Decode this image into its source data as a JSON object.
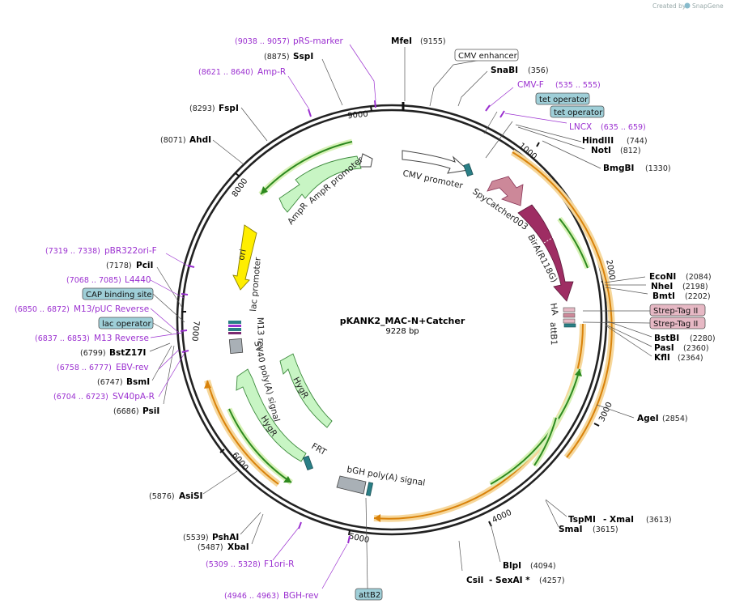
{
  "credit": {
    "text": "Created by",
    "brand": "SnapGene"
  },
  "plasmid": {
    "name": "pKANK2_MAC-N+Catcher",
    "length": "9228 bp"
  },
  "ticks": [
    "1000",
    "2000",
    "3000",
    "4000",
    "5000",
    "6000",
    "7000",
    "8000",
    "9000"
  ],
  "sites": [
    {
      "name": "MfeI",
      "pos": "(9155)"
    },
    {
      "name": "SnaBI",
      "pos": "(356)"
    },
    {
      "name": "HindIII",
      "pos": "(744)"
    },
    {
      "name": "NotI",
      "pos": "(812)"
    },
    {
      "name": "BmgBI",
      "pos": "(1330)"
    },
    {
      "name": "EcoNI",
      "pos": "(2084)"
    },
    {
      "name": "NheI",
      "pos": "(2198)"
    },
    {
      "name": "BmtI",
      "pos": "(2202)"
    },
    {
      "name": "BstBI",
      "pos": "(2280)"
    },
    {
      "name": "PasI",
      "pos": "(2360)"
    },
    {
      "name": "KflI",
      "pos": "(2364)"
    },
    {
      "name": "AgeI",
      "pos": "(2854)"
    },
    {
      "name": "TspMI",
      "name2": "- XmaI",
      "pos": "(3613)"
    },
    {
      "name": "SmaI",
      "pos": "(3615)"
    },
    {
      "name": "BlpI",
      "pos": "(4094)"
    },
    {
      "name": "CsiI",
      "name2": "- SexAI *",
      "pos": "(4257)"
    },
    {
      "name": "AsiSI",
      "pos": "(5876)"
    },
    {
      "name": "PshAI",
      "pos": "(5539)"
    },
    {
      "name": "XbaI",
      "pos": "(5487)"
    },
    {
      "name": "PsiI",
      "pos": "(6686)"
    },
    {
      "name": "BsmI",
      "pos": "(6747)"
    },
    {
      "name": "BstZ17I",
      "pos": "(6799)"
    },
    {
      "name": "PciI",
      "pos": "(7178)"
    },
    {
      "name": "AhdI",
      "pos": "(8071)"
    },
    {
      "name": "FspI",
      "pos": "(8293)"
    },
    {
      "name": "SspI",
      "pos": "(8875)"
    }
  ],
  "primers": [
    {
      "name": "pRS-marker",
      "pos": "(9038 .. 9057)"
    },
    {
      "name": "Amp-R",
      "pos": "(8621 .. 8640)"
    },
    {
      "name": "CMV-F",
      "pos": "(535 .. 555)"
    },
    {
      "name": "LNCX",
      "pos": "(635 .. 659)"
    },
    {
      "name": "pBR322ori-F",
      "pos": "(7319 .. 7338)"
    },
    {
      "name": "L4440",
      "pos": "(7068 .. 7085)"
    },
    {
      "name": "M13/pUC Reverse",
      "pos": "(6850 .. 6872)"
    },
    {
      "name": "M13 Reverse",
      "pos": "(6837 .. 6853)"
    },
    {
      "name": "EBV-rev",
      "pos": "(6758 .. 6777)"
    },
    {
      "name": "SV40pA-R",
      "pos": "(6704 .. 6723)"
    },
    {
      "name": "F1ori-R",
      "pos": "(5309 .. 5328)"
    },
    {
      "name": "BGH-rev",
      "pos": "(4946 .. 4963)"
    }
  ],
  "boxed_features": [
    {
      "name": "CMV enhancer",
      "color": "#ffffff"
    },
    {
      "name": "tet operator",
      "color": "#9fcfd8"
    },
    {
      "name": "tet operator",
      "color": "#9fcfd8"
    },
    {
      "name": "Strep-Tag II",
      "color": "#e6b8c4"
    },
    {
      "name": "Strep-Tag II",
      "color": "#e6b8c4"
    },
    {
      "name": "CAP binding site",
      "color": "#9fcfd8"
    },
    {
      "name": "lac operator",
      "color": "#9fcfd8"
    },
    {
      "name": "attB2",
      "color": "#9fcfd8"
    }
  ],
  "arc_labels": {
    "cmv_promoter": "CMV promoter",
    "spycatcher": "SpyCatcher003",
    "bira": "BirA(R118G)",
    "ha": "HA",
    "attb1": "attB1",
    "ampr_promoter": "AmpR promoter",
    "ampr": "AmpR",
    "ori": "ori",
    "lac_promoter": "lac promoter",
    "m13_rev": "M13 rev",
    "sv40": "SV40 poly(A) signal",
    "hygr_inner": "HygR",
    "hygr_outer": "HygR",
    "frt": "FRT",
    "bgh": "bGH poly(A) signal"
  },
  "colors": {
    "primer": "#9b30d0",
    "orf_green": "#2d8a1f",
    "orf_orange": "#d9820a",
    "spycatcher": "#cc8899",
    "bira": "#9e2d63",
    "ori": "#ffee00",
    "hygr": "#c8f5c4",
    "teal": "#2a7f86"
  }
}
